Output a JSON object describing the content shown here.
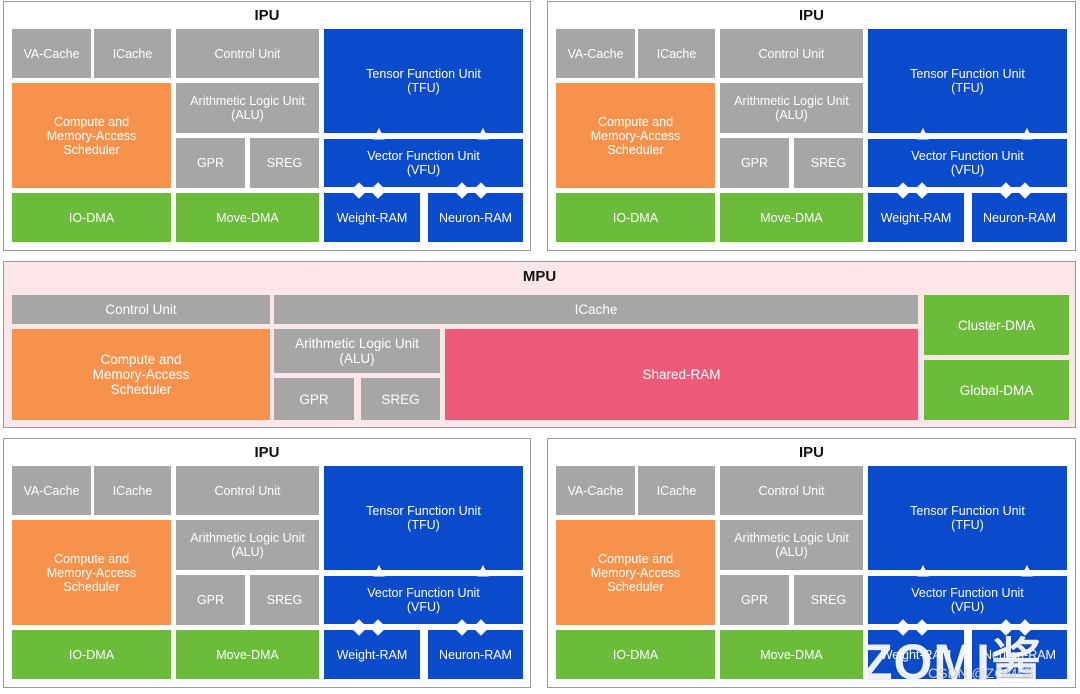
{
  "ipu": {
    "title": "IPU",
    "va_cache": "VA-Cache",
    "icache": "ICache",
    "control_unit": "Control Unit",
    "alu": "Arithmetic Logic Unit\n(ALU)",
    "gpr": "GPR",
    "sreg": "SREG",
    "scheduler": "Compute and\nMemory-Access\nScheduler",
    "io_dma": "IO-DMA",
    "move_dma": "Move-DMA",
    "tfu": "Tensor Function Unit\n(TFU)",
    "vfu": "Vector Function Unit\n(VFU)",
    "weight_ram": "Weight-RAM",
    "neuron_ram": "Neuron-RAM"
  },
  "mpu": {
    "title": "MPU",
    "control_unit": "Control Unit",
    "icache": "ICache",
    "scheduler": "Compute and\nMemory-Access\nScheduler",
    "alu": "Arithmetic Logic Unit\n(ALU)",
    "gpr": "GPR",
    "sreg": "SREG",
    "shared_ram": "Shared-RAM",
    "cluster_dma": "Cluster-DMA",
    "global_dma": "Global-DMA"
  },
  "watermark": {
    "logo": "ZOMI酱",
    "credit": "CSDN @ZOMI酱"
  },
  "colors": {
    "gray": "#a6a6a6",
    "orange": "#f6924b",
    "green": "#6abc3a",
    "blue": "#0a4bcb",
    "pink": "#ee5b78",
    "mpu_bg": "#fde6e8"
  }
}
